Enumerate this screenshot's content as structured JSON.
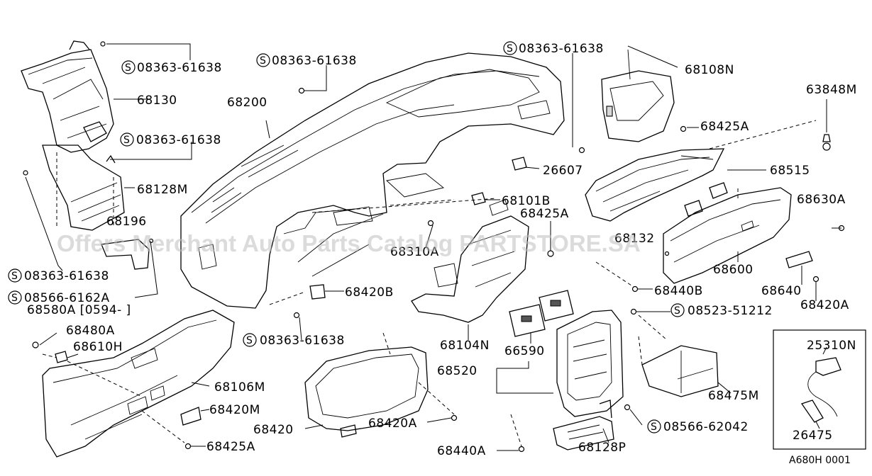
{
  "diagram": {
    "watermark": "Offers Merchant Auto Parts Catalog PARTSTORE.SA",
    "figure_code": "A680H 0001",
    "s_mark": "S",
    "labels": {
      "l_08363_a": "08363-61638",
      "l_08363_b": "08363-61638",
      "l_08363_c": "08363-61638",
      "l_08363_d": "08363-61638",
      "l_08363_e": "08363-61638",
      "l_08363_f": "08363-61638",
      "l_68130": "68130",
      "l_68200": "68200",
      "l_68108N": "68108N",
      "l_63848M": "63848M",
      "l_68425A_a": "68425A",
      "l_26607": "26607",
      "l_68128M": "68128M",
      "l_68515": "68515",
      "l_68101B": "68101B",
      "l_68196": "68196",
      "l_68425A_b": "68425A",
      "l_68630A": "68630A",
      "l_68310A": "68310A",
      "l_68132": "68132",
      "l_68600": "68600",
      "l_08566_a": "08566-6162A",
      "l_68580A": "68580A [0594-      ]",
      "l_68420B": "68420B",
      "l_68440B_a": "68440B",
      "l_68640": "68640",
      "l_68420A_a": "68420A",
      "l_08523": "08523-51212",
      "l_68480A": "68480A",
      "l_68610H": "68610H",
      "l_68104N": "68104N",
      "l_66590": "66590",
      "l_25310N": "25310N",
      "l_68520": "68520",
      "l_68106M": "68106M",
      "l_68475M": "68475M",
      "l_68420M": "68420M",
      "l_68420": "68420",
      "l_68420A_b": "68420A",
      "l_08566_b": "08566-62042",
      "l_26475": "26475",
      "l_68425A_c": "68425A",
      "l_68440A": "68440A",
      "l_68128P": "68128P"
    }
  }
}
